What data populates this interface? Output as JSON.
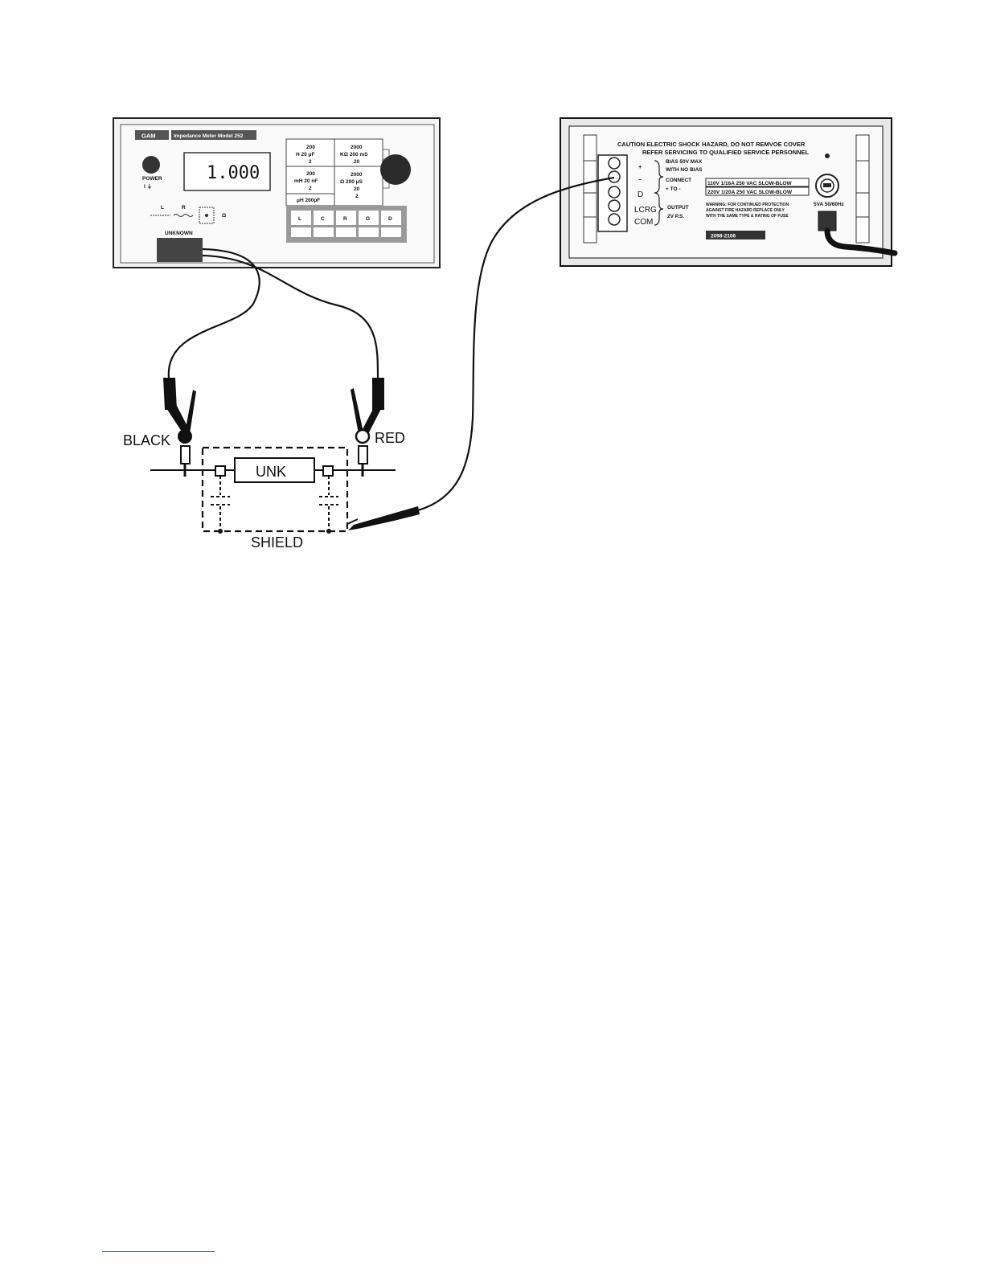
{
  "meter": {
    "brand": "GAM",
    "model_title": "Impedance Meter Model 252",
    "display": "1.000",
    "power_label": "POWER",
    "power_symbols": "I  ⏚",
    "circuit_l": "L",
    "circuit_r": "R",
    "circuit_omega": "Ω",
    "unknown_label": "UNKNOWN",
    "range_top_left": [
      "200",
      "H  20  μF",
      "2"
    ],
    "range_top_right": [
      "2000",
      "KΩ 200  mS",
      "20"
    ],
    "range_mid_left": [
      "200",
      "mH 20  nF",
      "2"
    ],
    "range_mid_right": [
      "2000",
      "Ω  200  μS",
      "20",
      "2"
    ],
    "range_bottom": "μH  200pF",
    "mode_keys": [
      "L",
      "C",
      "R",
      "G",
      "D"
    ]
  },
  "rear_panel": {
    "caution_line1": "CAUTION  ELECTRIC SHOCK HAZARD, DO NOT REMVOE COVER",
    "caution_line2": "REFER SERVICING TO QUALIFIED SERVICE PERSONNEL",
    "terminal_plus": "+",
    "terminal_minus": "−",
    "bias_lines": [
      "BIAS 50V MAX",
      "WITH NO BIAS",
      "CONNECT",
      "+ TO -"
    ],
    "terminal_d": "D",
    "terminal_lcrg": "LCRG",
    "terminal_com": "COM",
    "output_lines": [
      "OUTPUT",
      "2V P.S."
    ],
    "fuse_110": "110V  1/16A 250 VAC SLOW-BLOW",
    "fuse_220": "220V  1/20A 250 VAC SLOW-BLOW",
    "warning_lines": [
      "WARNING: FOR CONTINUED PROTECTION",
      "AGAINST FIRE HAZARD REPLACE ONLY",
      "WITH THE SAME TYPE & RATING OF FUSE"
    ],
    "serial_label": "2098-2106",
    "power_rating": "5VA 50/60Hz"
  },
  "circuit": {
    "black_label": "BLACK",
    "red_label": "RED",
    "unk_label": "UNK",
    "shield_label": "SHIELD"
  }
}
